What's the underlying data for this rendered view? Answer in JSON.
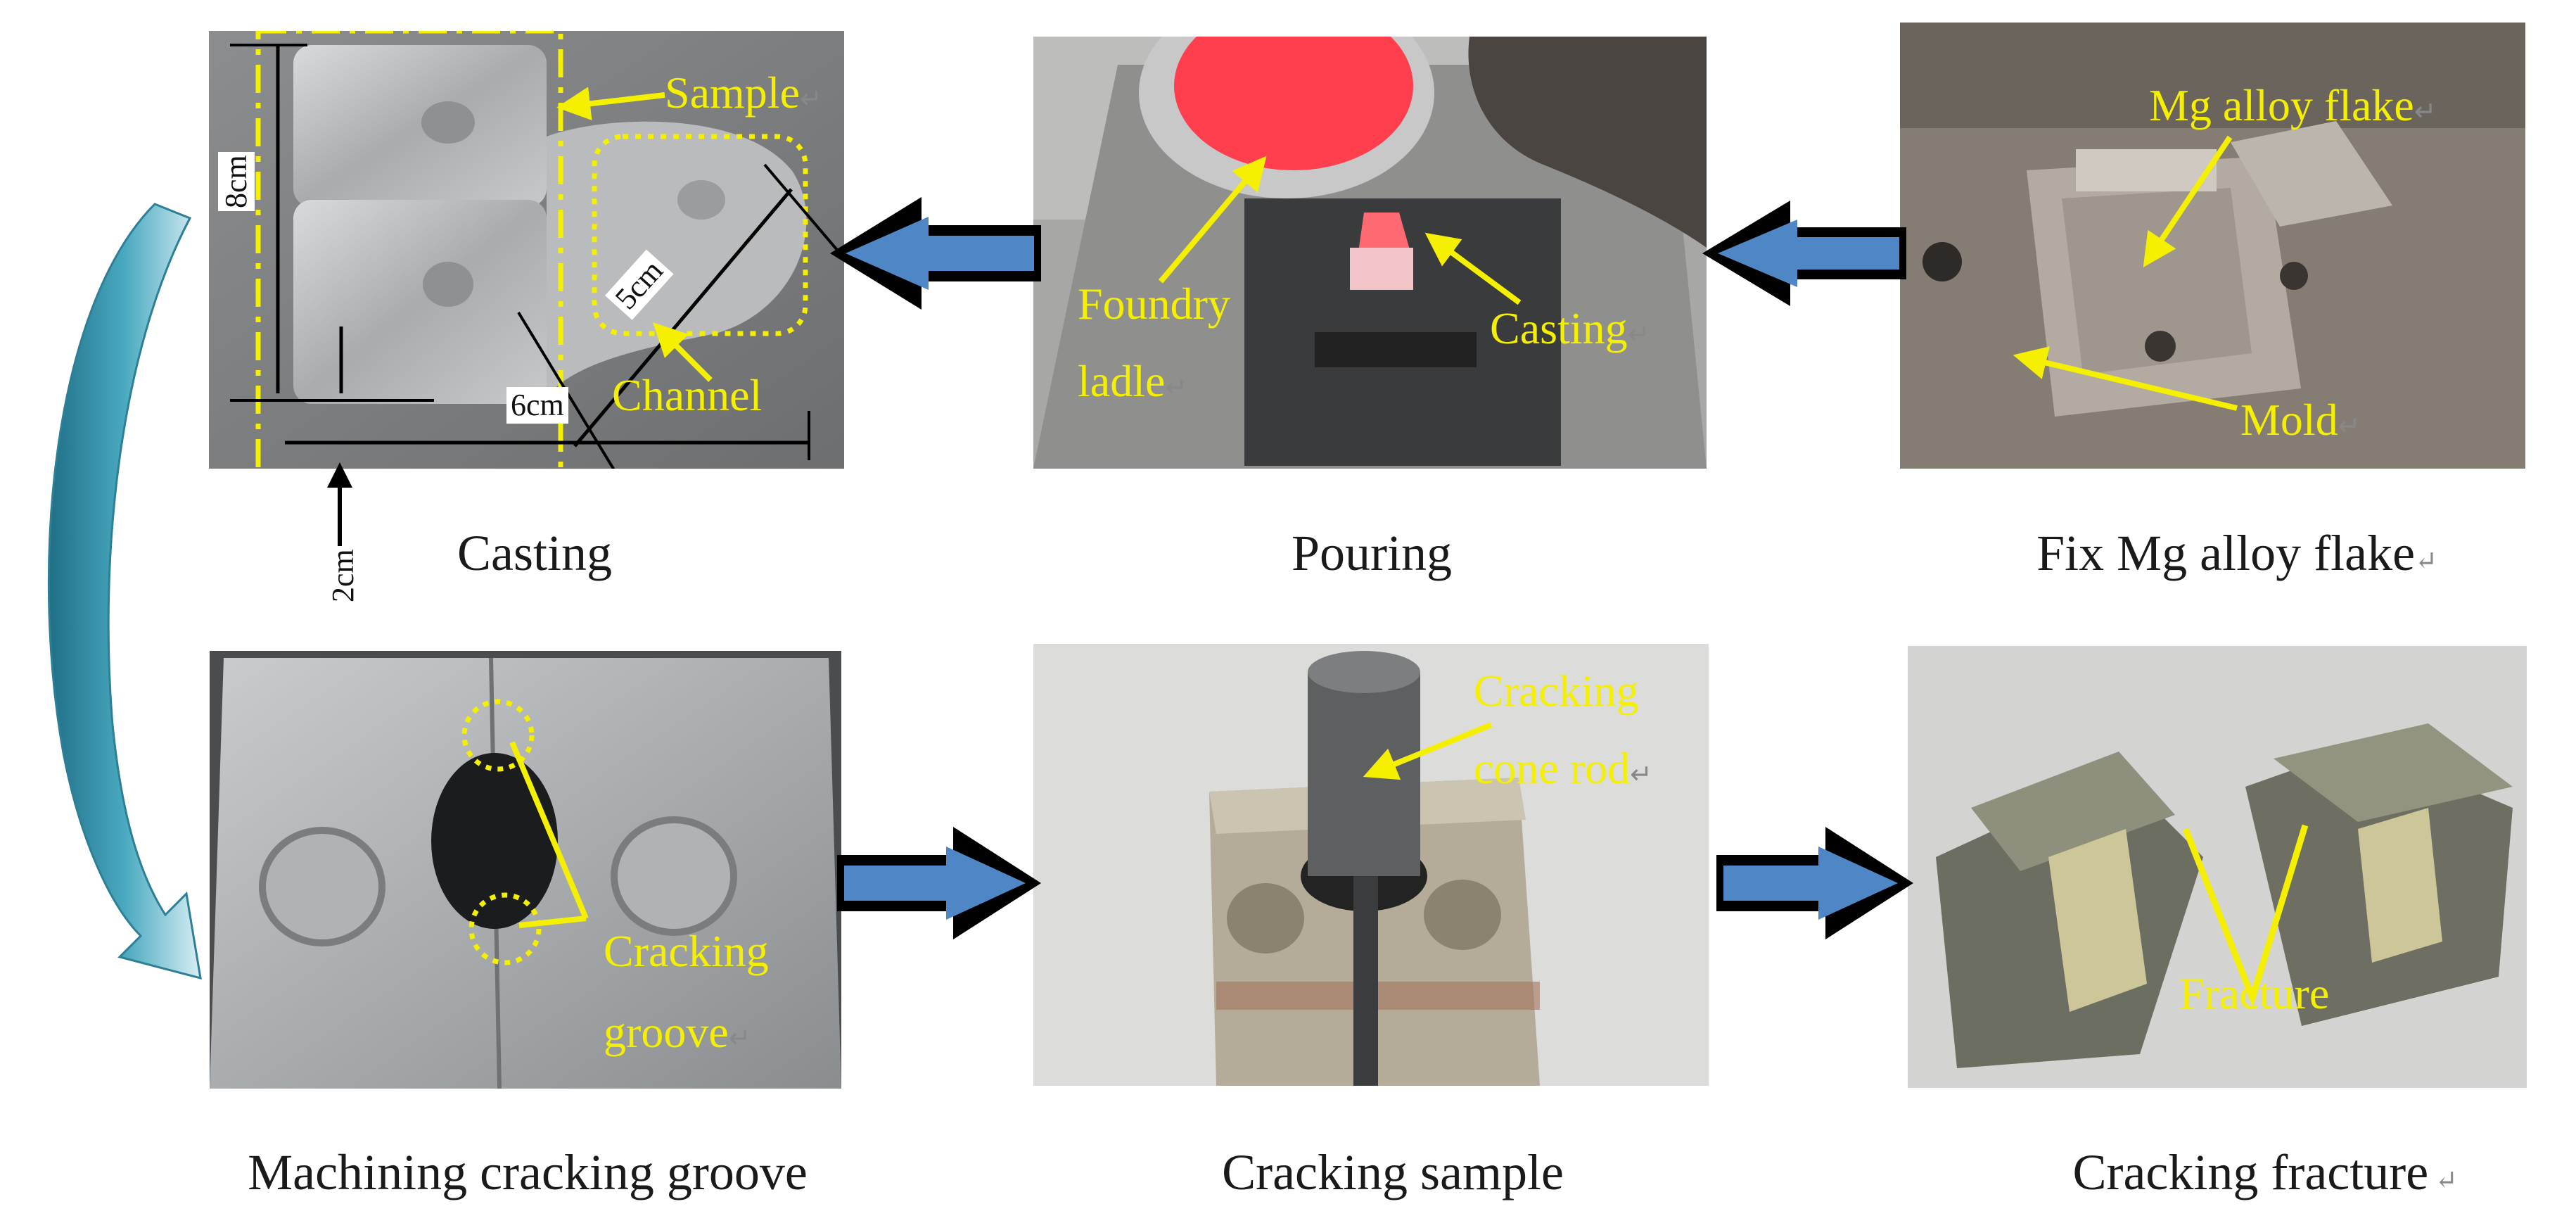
{
  "captions": {
    "casting": "Casting",
    "pouring": "Pouring",
    "fix_flake": "Fix Mg  alloy flake",
    "machining": "Machining cracking groove",
    "cracking_sample": "Cracking sample",
    "cracking_fracture": "Cracking fracture"
  },
  "labels": {
    "sample": "Sample",
    "channel": "Channel",
    "foundry": "Foundry",
    "ladle": "ladle",
    "casting": "Casting",
    "mg_alloy_flake": "Mg alloy flake",
    "mold": "Mold",
    "cracking": "Cracking",
    "groove": "groove",
    "cracking2": "Cracking",
    "cone_rod": "cone rod",
    "fracture": "Fracture"
  },
  "dimensions": {
    "d8": "8cm",
    "d5": "5cm",
    "d6": "6cm",
    "d2": "2cm"
  },
  "colors": {
    "label_yellow": "#f4f000",
    "flow_arrow_blue": "#4f86c6",
    "curved_arrow_teal": "#3a93aa"
  }
}
